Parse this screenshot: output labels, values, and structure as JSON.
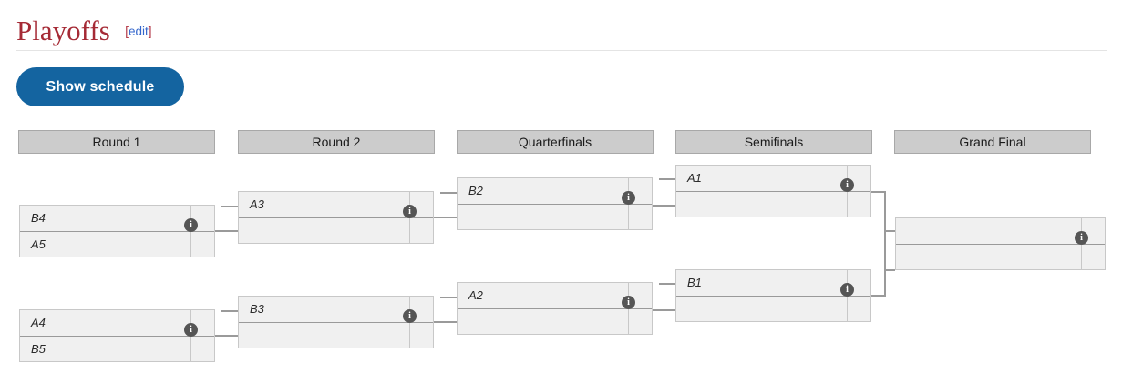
{
  "header": {
    "title": "Playoffs",
    "edit_open": "[",
    "edit_label": "edit",
    "edit_close": "]",
    "title_color": "#a52a35",
    "link_color": "#3366cc"
  },
  "toolbar": {
    "show_schedule_label": "Show schedule",
    "button_color": "#1464a0"
  },
  "bracket": {
    "rounds": [
      {
        "name": "round-1",
        "label": "Round 1"
      },
      {
        "name": "round-2",
        "label": "Round 2"
      },
      {
        "name": "quarterfinals",
        "label": "Quarterfinals"
      },
      {
        "name": "semifinals",
        "label": "Semifinals"
      },
      {
        "name": "grand-final",
        "label": "Grand Final"
      }
    ],
    "info_glyph": "i",
    "matches": [
      {
        "id": "r1-m1",
        "round": "Round 1",
        "top": "B4",
        "bottom": "A5",
        "top_score": "",
        "bottom_score": ""
      },
      {
        "id": "r1-m2",
        "round": "Round 1",
        "top": "A4",
        "bottom": "B5",
        "top_score": "",
        "bottom_score": ""
      },
      {
        "id": "r2-m1",
        "round": "Round 2",
        "top": "A3",
        "bottom": "",
        "top_score": "",
        "bottom_score": ""
      },
      {
        "id": "r2-m2",
        "round": "Round 2",
        "top": "B3",
        "bottom": "",
        "top_score": "",
        "bottom_score": ""
      },
      {
        "id": "qf-m1",
        "round": "Quarterfinals",
        "top": "B2",
        "bottom": "",
        "top_score": "",
        "bottom_score": ""
      },
      {
        "id": "qf-m2",
        "round": "Quarterfinals",
        "top": "A2",
        "bottom": "",
        "top_score": "",
        "bottom_score": ""
      },
      {
        "id": "sf-m1",
        "round": "Semifinals",
        "top": "A1",
        "bottom": "",
        "top_score": "",
        "bottom_score": ""
      },
      {
        "id": "sf-m2",
        "round": "Semifinals",
        "top": "B1",
        "bottom": "",
        "top_score": "",
        "bottom_score": ""
      },
      {
        "id": "gf-m1",
        "round": "Grand Final",
        "top": "",
        "bottom": "",
        "top_score": "",
        "bottom_score": ""
      }
    ]
  }
}
